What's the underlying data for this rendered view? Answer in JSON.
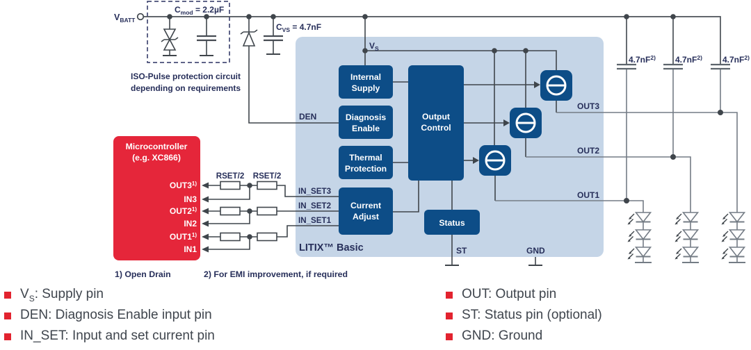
{
  "colors": {
    "infineon_red": "#e5263a",
    "dark_blue": "#0d4d87",
    "light_blue": "#c5d5e7",
    "label_navy": "#272f5a",
    "wire_dark": "#3f454b",
    "wire_gray": "#747c85",
    "legend_text": "#3f454d",
    "bullet_red": "#e2232f"
  },
  "schematic": {
    "vbatt": {
      "main": "V",
      "sub": "BATT"
    },
    "cmod": {
      "main": "C",
      "sub": "mod",
      "eq": " = 2.2µF"
    },
    "cvs": {
      "main": "C",
      "sub": "VS",
      "eq": " = 4.7nF"
    },
    "vs": {
      "main": "V",
      "sub": "S"
    },
    "iso_note": [
      "ISO-Pulse protection circuit",
      "depending on requirements"
    ],
    "den_label": "DEN",
    "rset_labels": [
      "RSET/2",
      "RSET/2"
    ],
    "inset_labels": [
      "IN_SET3",
      "IN_SET2",
      "IN_SET1"
    ],
    "out_labels": [
      "OUT3",
      "OUT2",
      "OUT1"
    ],
    "cap_labels": [
      {
        "main": "4.7nF",
        "sup": "2)"
      },
      {
        "main": "4.7nF",
        "sup": "2)"
      },
      {
        "main": "4.7nF",
        "sup": "2)"
      }
    ],
    "st_label": "ST",
    "gnd_label": "GND",
    "chip_name": "LITIX™ Basic",
    "blocks": {
      "internal_supply": [
        "Internal",
        "Supply"
      ],
      "diagnosis_enable": [
        "Diagnosis",
        "Enable"
      ],
      "thermal_protection": [
        "Thermal",
        "Protection"
      ],
      "current_adjust": [
        "Current",
        "Adjust"
      ],
      "output_control": [
        "Output",
        "Control"
      ],
      "status": "Status"
    },
    "mcu": {
      "title": [
        "Microcontroller",
        "(e.g. XC866)"
      ],
      "pins": [
        {
          "main": "OUT3",
          "sup": "1)"
        },
        {
          "main": "IN3",
          "sup": ""
        },
        {
          "main": "OUT2",
          "sup": "1)"
        },
        {
          "main": "IN2",
          "sup": ""
        },
        {
          "main": "OUT1",
          "sup": "1)"
        },
        {
          "main": "IN1",
          "sup": ""
        }
      ]
    }
  },
  "footnotes": [
    "1) Open Drain",
    "2) For EMI improvement, if required"
  ],
  "legend": {
    "left": [
      {
        "pre": "V",
        "sub": "S",
        "post": ": Supply pin"
      },
      {
        "pre": "DEN: Diagnosis Enable input pin",
        "sub": "",
        "post": ""
      },
      {
        "pre": "IN_SET: Input and set current pin",
        "sub": "",
        "post": ""
      }
    ],
    "right": [
      {
        "pre": "OUT: Output pin",
        "sub": "",
        "post": ""
      },
      {
        "pre": "ST: Status pin (optional)",
        "sub": "",
        "post": ""
      },
      {
        "pre": "GND: Ground",
        "sub": "",
        "post": ""
      }
    ]
  }
}
